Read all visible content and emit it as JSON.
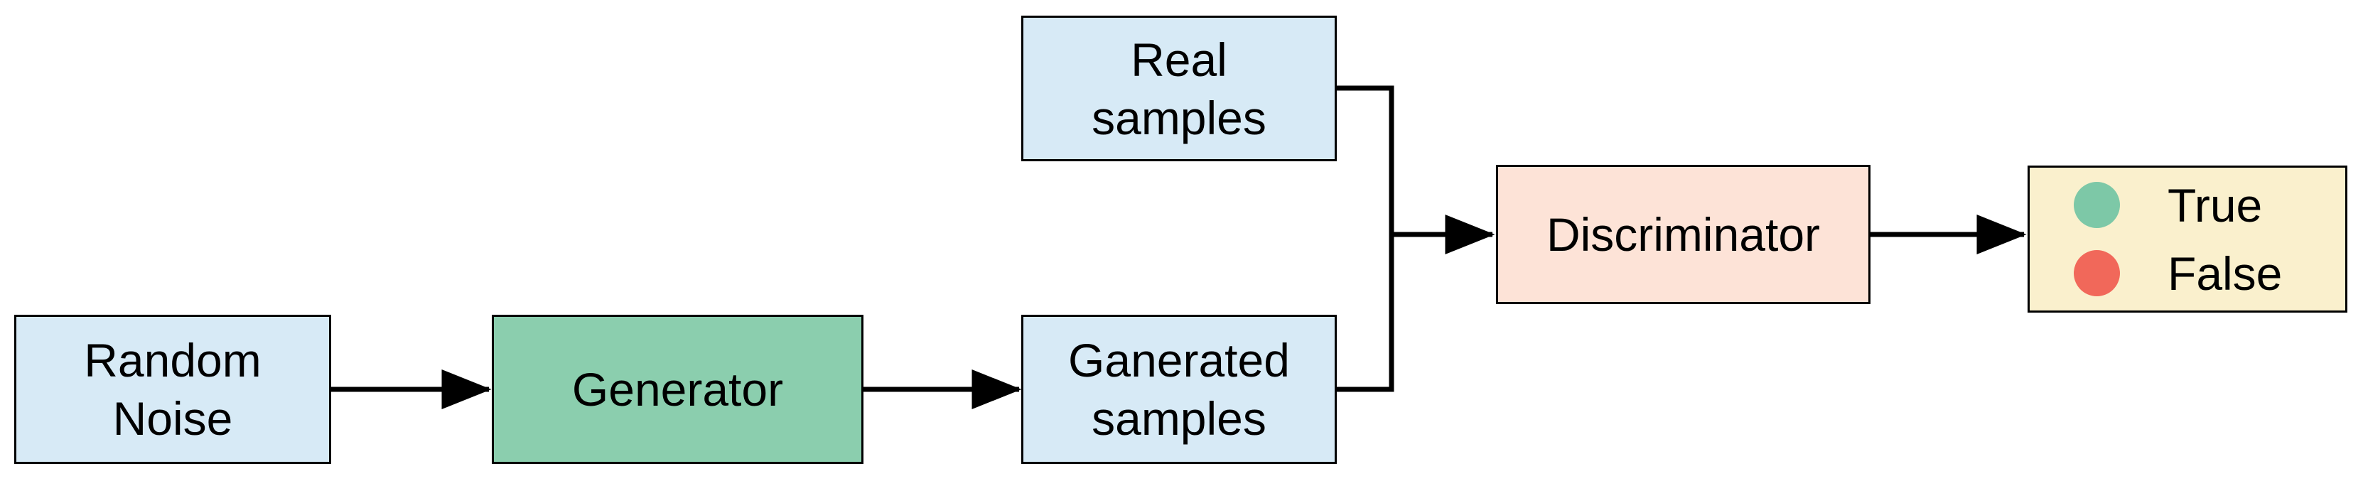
{
  "canvas": {
    "background": "#FFFFFF",
    "line_color": "#000000"
  },
  "nodes": [
    {
      "id": "random-noise",
      "label": "Random\nNoise",
      "fill": "#D7EAF6"
    },
    {
      "id": "generator",
      "label": "Generator",
      "fill": "#8BCEAE"
    },
    {
      "id": "ganerated-samples",
      "label": "Ganerated\nsamples",
      "fill": "#D7EAF6"
    },
    {
      "id": "real-samples",
      "label": "Real\nsamples",
      "fill": "#D7EAF6"
    },
    {
      "id": "discriminator",
      "label": "Discriminator",
      "fill": "#FDE3D7"
    }
  ],
  "legend": {
    "fill": "#FAF0CD",
    "items": [
      {
        "label": "True",
        "dot_color": "#7DC8A7"
      },
      {
        "label": "False",
        "dot_color": "#F1685A"
      }
    ]
  }
}
